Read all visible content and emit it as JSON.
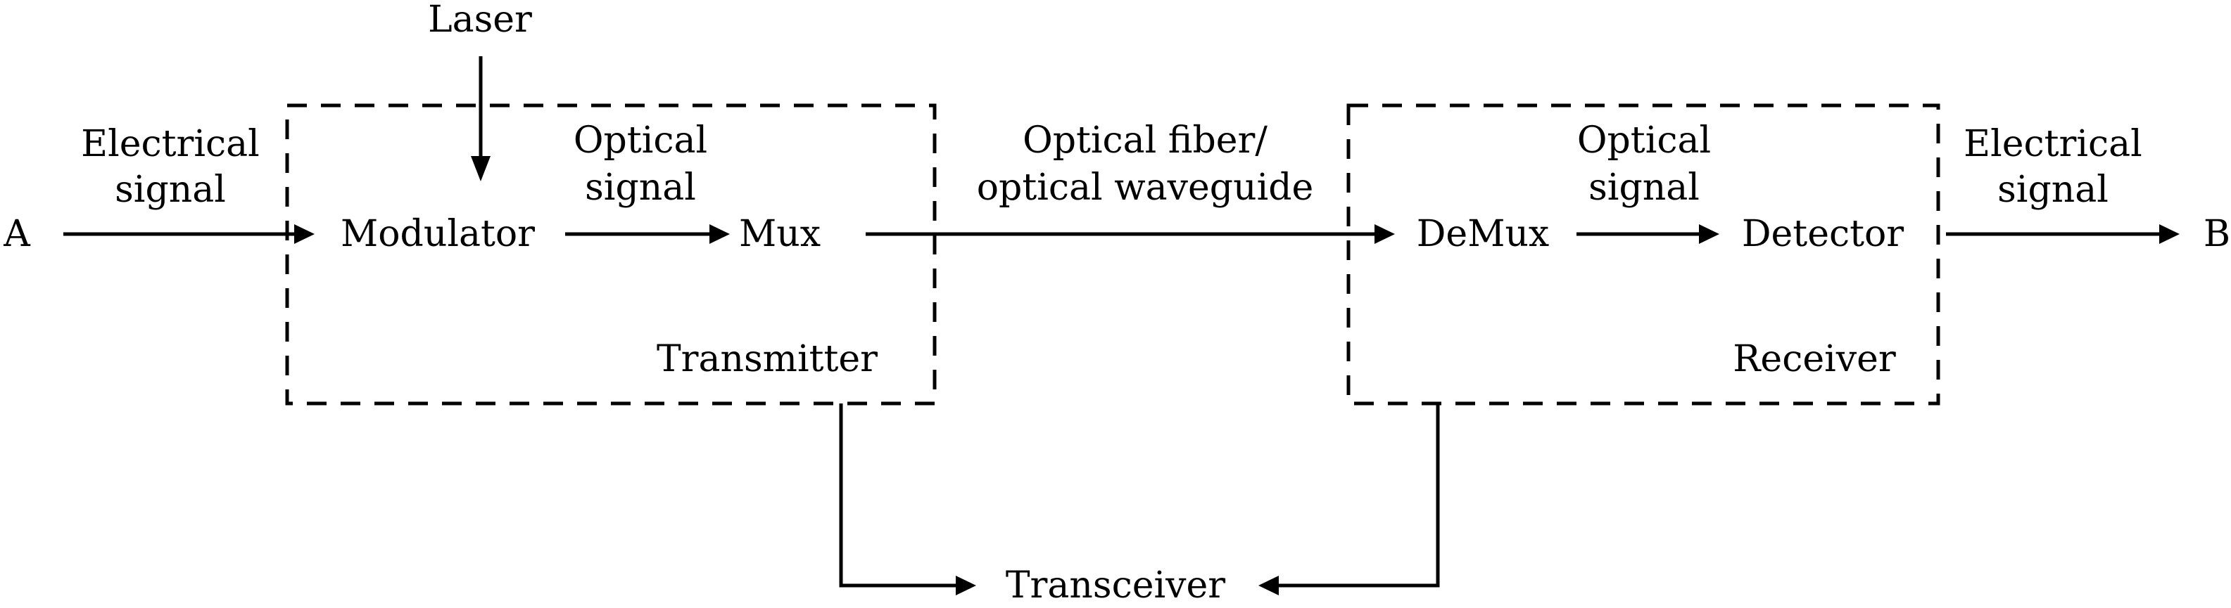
{
  "diagram": {
    "title": "Optical interconnect link",
    "endpoints": {
      "source": "A",
      "sink": "B"
    },
    "laser": "Laser",
    "left_link_label": [
      "Electrical",
      "signal"
    ],
    "transmitter": {
      "label": "Transmitter",
      "blocks": [
        "Modulator",
        "Mux"
      ],
      "inner_link_label": [
        "Optical",
        "signal"
      ]
    },
    "channel_label": [
      "Optical fiber/",
      "optical waveguide"
    ],
    "receiver": {
      "label": "Receiver",
      "blocks": [
        "DeMux",
        "Detector"
      ],
      "inner_link_label": [
        "Optical",
        "signal"
      ]
    },
    "right_link_label": [
      "Electrical",
      "signal"
    ],
    "combined": "Transceiver"
  }
}
